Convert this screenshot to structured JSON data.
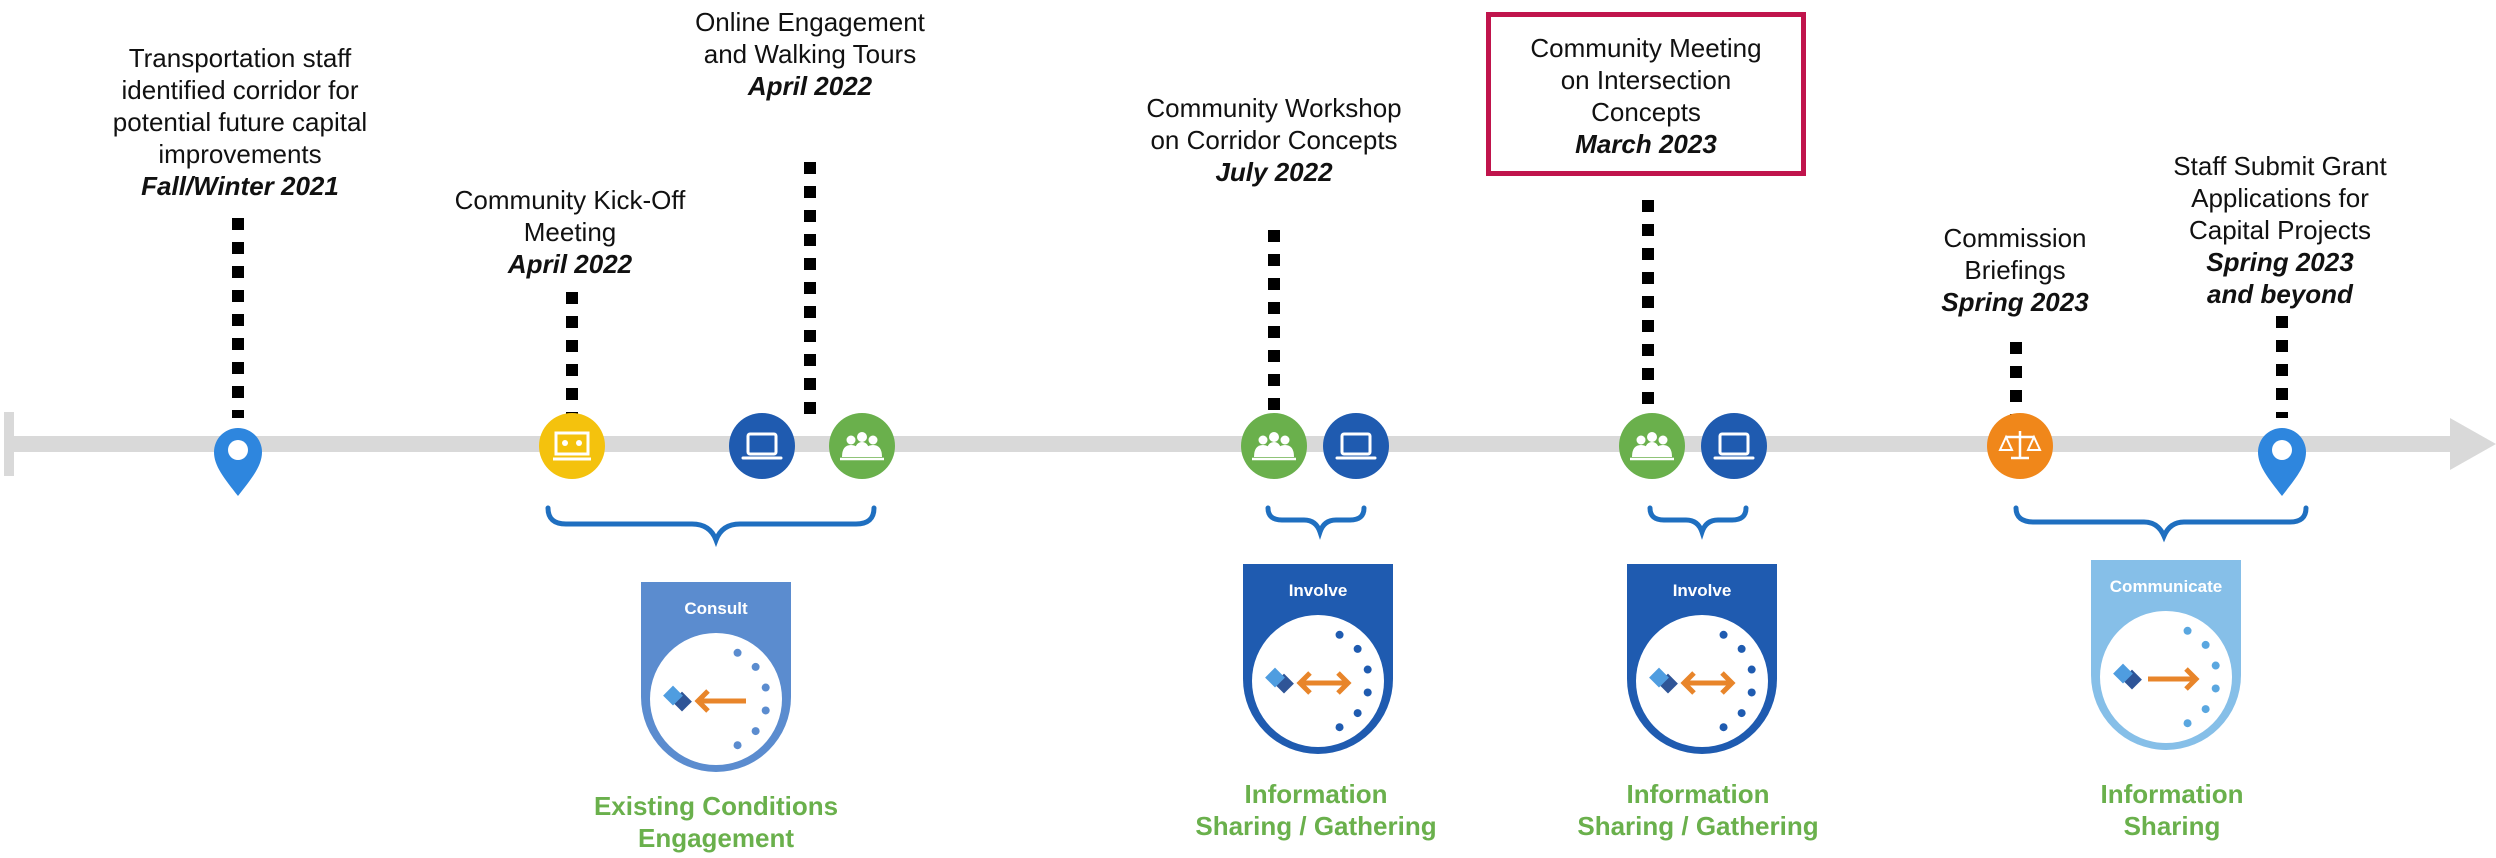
{
  "milestones": [
    {
      "text": "Transportation staff\nidentified corridor for\npotential future capital\nimprovements",
      "date": "Fall/Winter 2021"
    },
    {
      "text": "Community Kick-Off\nMeeting",
      "date": "April 2022"
    },
    {
      "text": "Online Engagement\nand Walking Tours",
      "date": "April 2022"
    },
    {
      "text": "Community Workshop\non Corridor Concepts",
      "date": "July 2022"
    },
    {
      "text": "Community Meeting\non Intersection\nConcepts",
      "date": "March 2023"
    },
    {
      "text": "Commission\nBriefings",
      "date": "Spring 2023"
    },
    {
      "text": "Staff Submit Grant\nApplications for\nCapital Projects",
      "date": "Spring 2023\nand beyond"
    }
  ],
  "badges": [
    {
      "label": "Consult",
      "color": "#5b8ccf"
    },
    {
      "label": "Involve",
      "color": "#1f5bb0"
    },
    {
      "label": "Involve",
      "color": "#1f5bb0"
    },
    {
      "label": "Communicate",
      "color": "#86bfe8"
    }
  ],
  "captions": [
    "Existing Conditions\nEngagement",
    "Information\nSharing / Gathering",
    "Information\nSharing / Gathering",
    "Information\nSharing"
  ],
  "icons": [
    "location-pin-icon",
    "presentation-icon",
    "laptop-icon",
    "group-icon",
    "scales-icon"
  ],
  "colors": {
    "timeline": "#d9d9d9",
    "pin": "#2e86de",
    "presentation": "#f4c20d",
    "laptop": "#1f5bb0",
    "group": "#6ab04c",
    "scales": "#f0871a",
    "brace": "#1f6fc0",
    "highlight": "#c0144c",
    "arrow": "#e8852a"
  }
}
